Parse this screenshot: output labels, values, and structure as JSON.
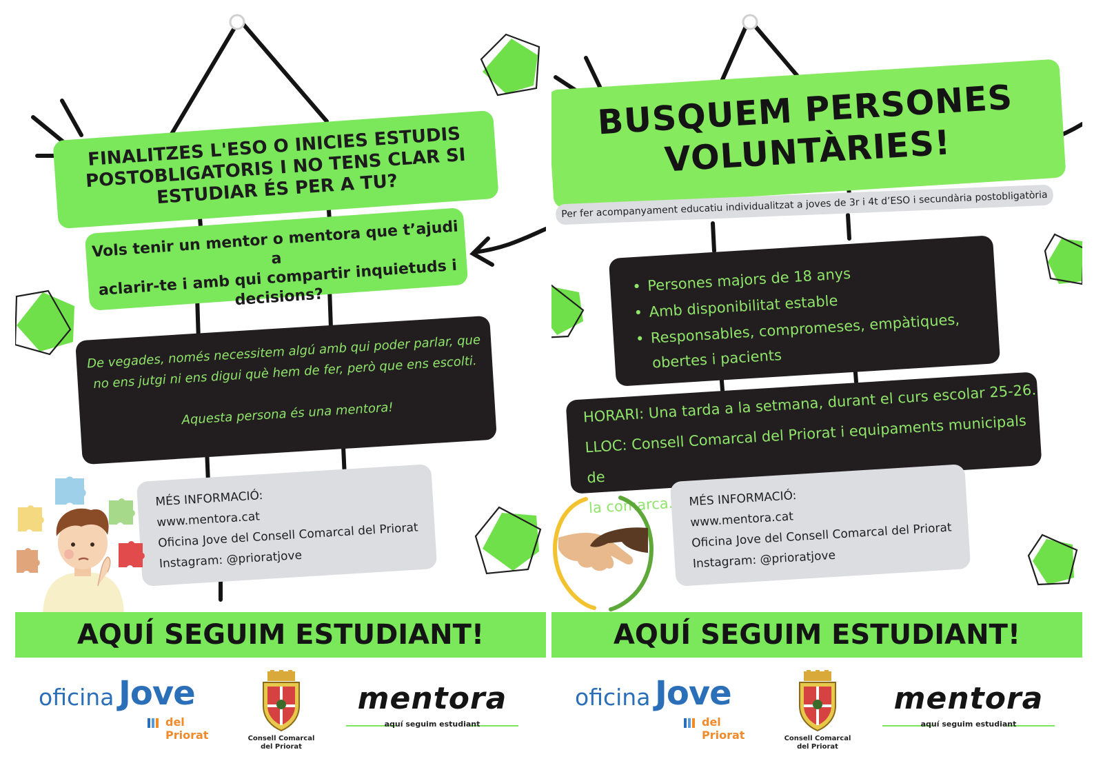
{
  "colors": {
    "accent_green": "#7ae85a",
    "dark_card": "#221e1f",
    "text_green": "#8fe46a",
    "grey_card": "#dcdde0",
    "brand_blue": "#2a6fb8",
    "brand_orange": "#f08a2b"
  },
  "left_poster": {
    "question_main": [
      "FINALITZES L'ESO O INICIES ESTUDIS",
      "POSTOBLIGATORIS I NO TENS CLAR SI",
      "ESTUDIAR ÉS PER A TU?"
    ],
    "question_sub": [
      "Vols tenir un mentor o mentora que t’ajudi a",
      "aclarir-te i amb qui compartir inquietuds i",
      "decisions?"
    ],
    "quote": [
      "De vegades, només necessitem algú amb qui poder parlar, que",
      "no ens jutgi ni ens digui què hem de fer, però que ens escolti."
    ],
    "quote_end": "Aquesta persona és una mentora!",
    "info": {
      "title": "MÉS INFORMACIÓ:",
      "web": "www.mentora.cat",
      "office": "Oficina Jove del Consell Comarcal del Priorat",
      "instagram": "Instagram: @prioratjove"
    },
    "icons": [
      "thinking-boy-illustration",
      "puzzle-piece-icon",
      "arrow-icon",
      "pentagon-shape"
    ]
  },
  "right_poster": {
    "headline": [
      "BUSQUEM PERSONES",
      "VOLUNTÀRIES!"
    ],
    "subtitle": "Per fer acompanyament educatiu individualitzat a joves de 3r i 4t d’ESO i secundària postobligatòria",
    "requirements": [
      "Persones majors de 18 anys",
      "Amb disponibilitat estable",
      "Responsables, compromeses, empàtiques,",
      "obertes i pacients"
    ],
    "schedule": [
      "HORARI: Una tarda a la setmana, durant el curs escolar 25-26.",
      "LLOC: Consell Comarcal del Priorat i equipaments municipals de",
      "la comarca."
    ],
    "info": {
      "title": "MÉS INFORMACIÓ:",
      "web": "www.mentora.cat",
      "office": "Oficina Jove del Consell Comarcal del Priorat",
      "instagram": "Instagram: @prioratjove"
    },
    "icons": [
      "handshake-illustration",
      "arrow-icon",
      "pentagon-shape"
    ]
  },
  "footer": {
    "slogan": "AQUÍ SEGUIM ESTUDIANT!",
    "oficina_word": "oficina",
    "oficina_jove": "Jove",
    "oficina_sub": "del Priorat",
    "council_name": [
      "Consell Comarcal",
      "del Priorat"
    ],
    "mentora_word": "mentora",
    "mentora_tag": "aquí seguim estudiant"
  }
}
